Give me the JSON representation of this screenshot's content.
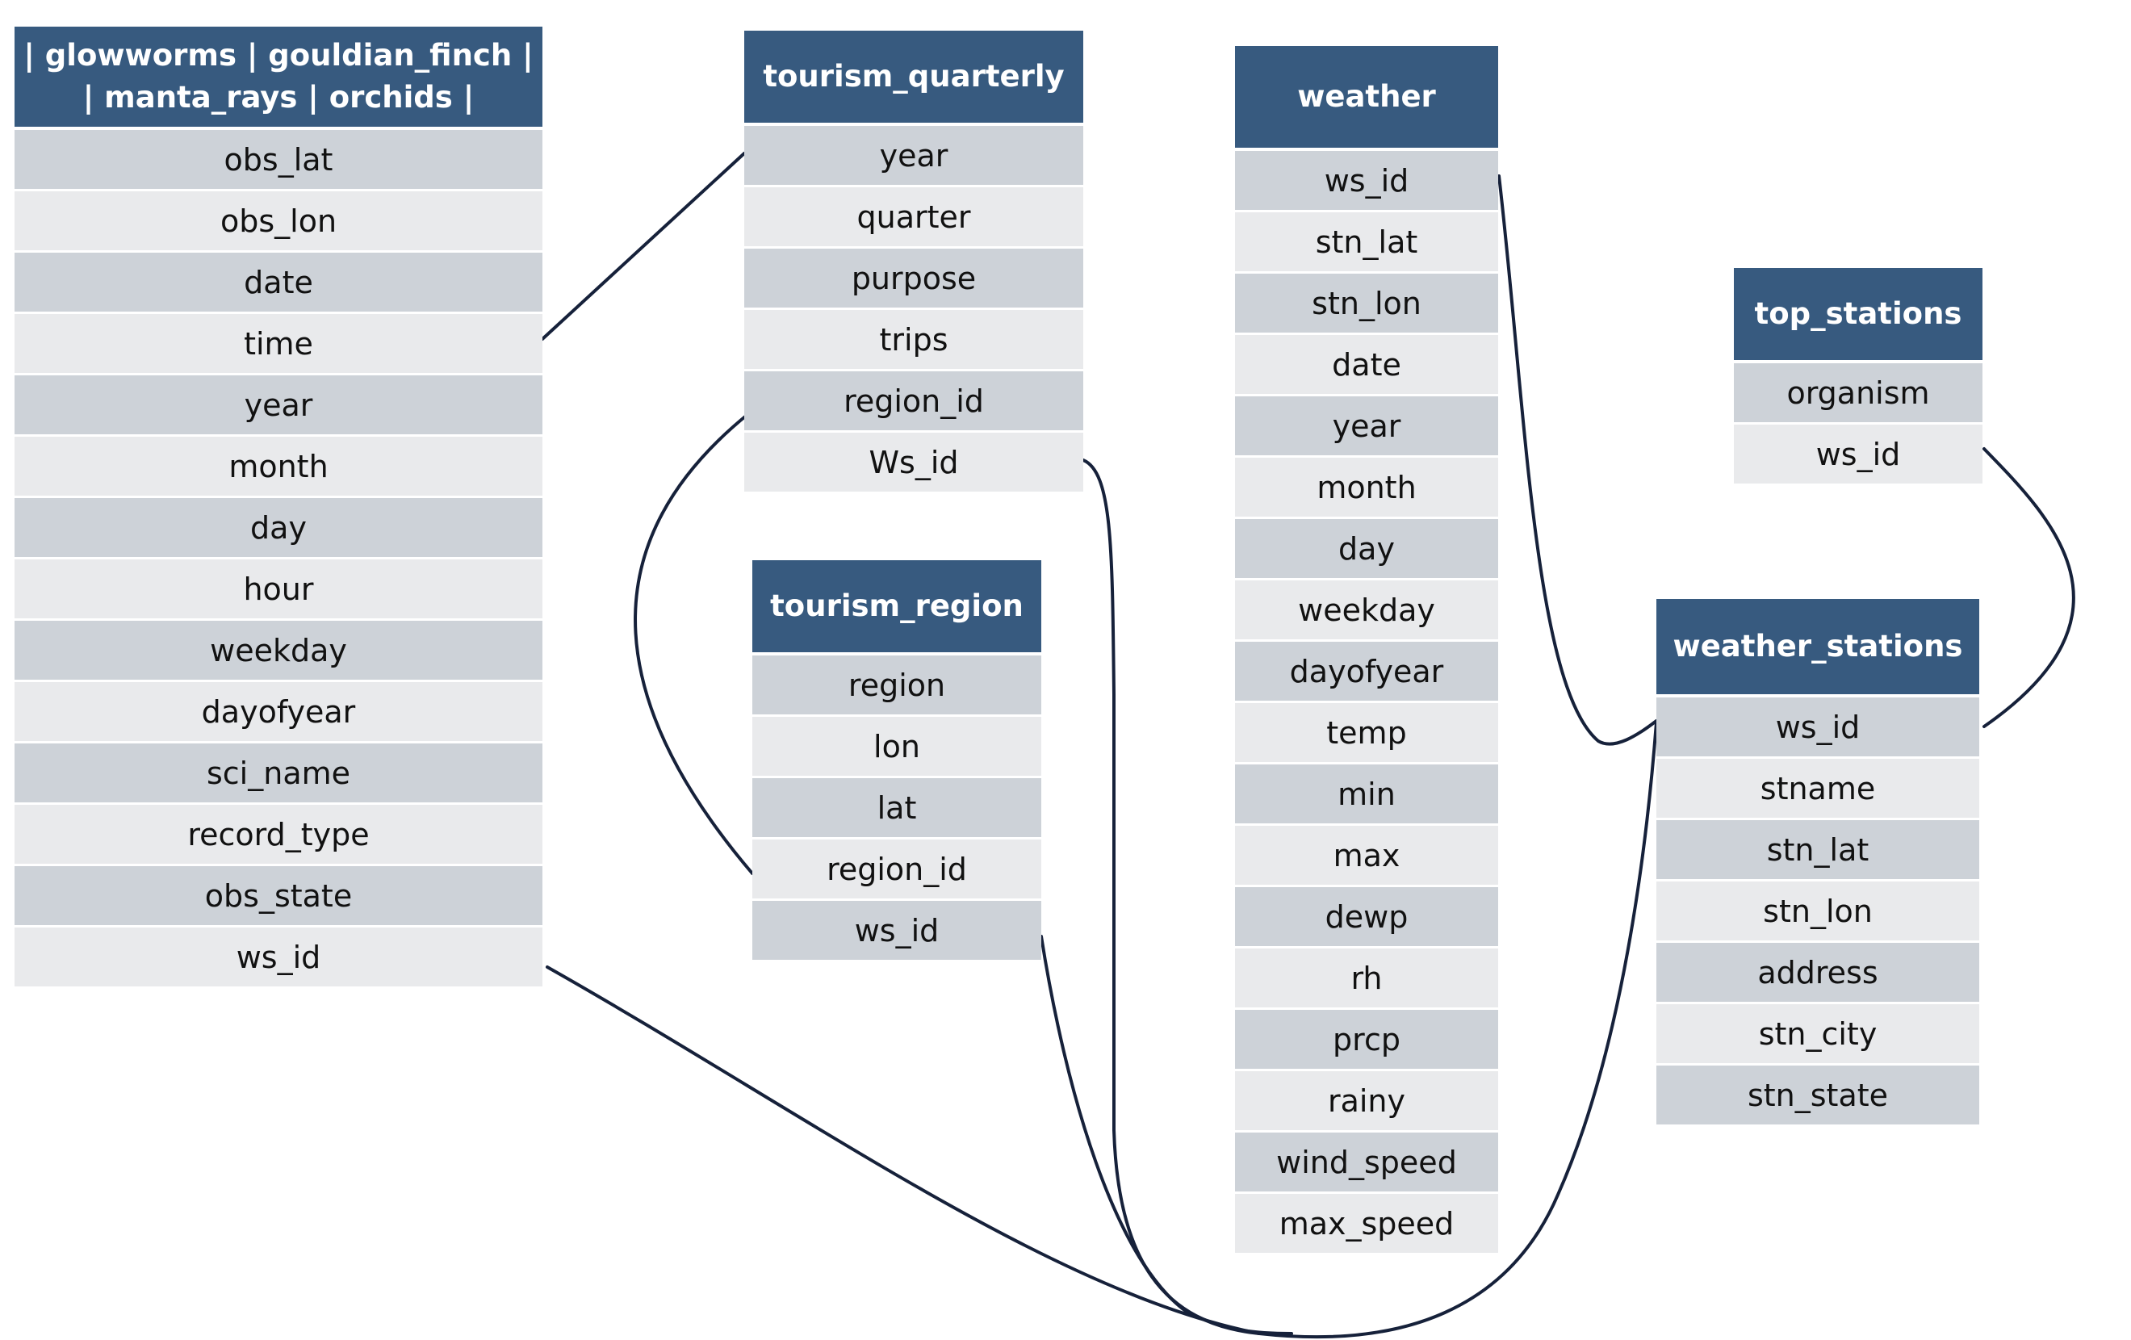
{
  "tables": [
    {
      "id": "obs",
      "title_lines": [
        "| glowworms | gouldian_finch |",
        "| manta_rays | orchids |"
      ],
      "fields": [
        "obs_lat",
        "obs_lon",
        "date",
        "time",
        "year",
        "month",
        "day",
        "hour",
        "weekday",
        "dayofyear",
        "sci_name",
        "record_type",
        "obs_state",
        "ws_id"
      ]
    },
    {
      "id": "tq",
      "title_lines": [
        "tourism_quarterly"
      ],
      "fields": [
        "year",
        "quarter",
        "purpose",
        "trips",
        "region_id",
        "Ws_id"
      ]
    },
    {
      "id": "tr",
      "title_lines": [
        "tourism_region"
      ],
      "fields": [
        "region",
        "lon",
        "lat",
        "region_id",
        "ws_id"
      ]
    },
    {
      "id": "weather",
      "title_lines": [
        "weather"
      ],
      "fields": [
        "ws_id",
        "stn_lat",
        "stn_lon",
        "date",
        "year",
        "month",
        "day",
        "weekday",
        "dayofyear",
        "temp",
        "min",
        "max",
        "dewp",
        "rh",
        "prcp",
        "rainy",
        "wind_speed",
        "max_speed"
      ]
    },
    {
      "id": "top",
      "title_lines": [
        "top_stations"
      ],
      "fields": [
        "organism",
        "ws_id"
      ]
    },
    {
      "id": "ws",
      "title_lines": [
        "weather_stations"
      ],
      "fields": [
        "ws_id",
        "stname",
        "stn_lat",
        "stn_lon",
        "address",
        "stn_city",
        "stn_state"
      ]
    }
  ],
  "colors": {
    "header": "#375a7f",
    "row_dark": "#cdd2d8",
    "row_light": "#e9eaec",
    "line": "#16213a"
  }
}
